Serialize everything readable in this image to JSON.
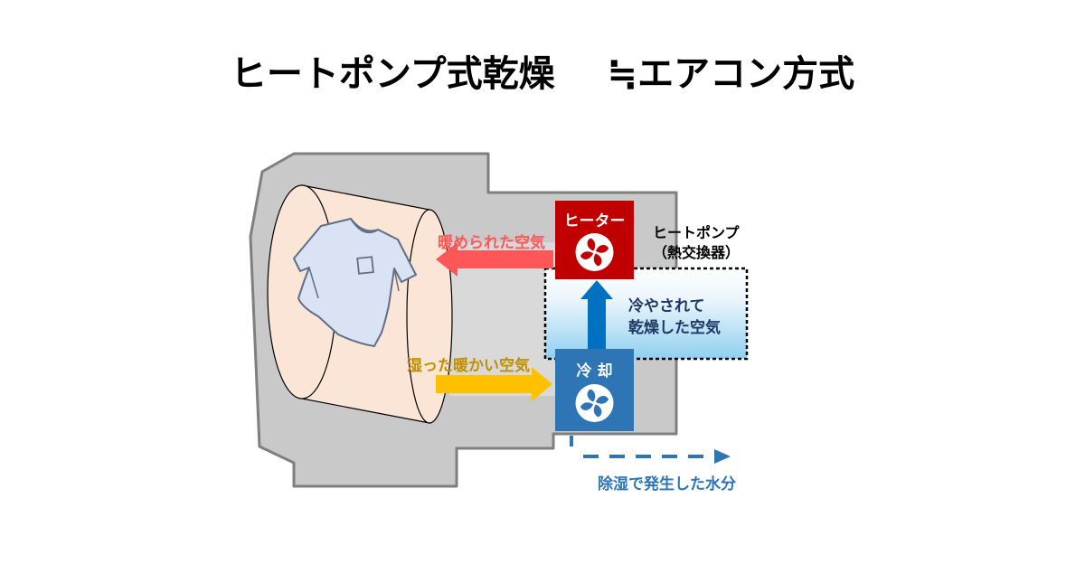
{
  "title": {
    "main": "ヒートポンプ式乾燥",
    "sub": "≒エアコン方式"
  },
  "labels": {
    "heater": "ヒーター",
    "cooler": "冷 却",
    "heatpump_line1": "ヒートポンプ",
    "heatpump_line2": "（熱交換器）",
    "warmed_air": "暖められた空気",
    "humid_warm_air": "湿った暖かい空気",
    "cooled_dry_line1": "冷やされて",
    "cooled_dry_line2": "乾燥した空気",
    "drained_water": "除湿で発生した水分"
  },
  "colors": {
    "heater": "#c00000",
    "cooler": "#2e75b6",
    "warm_arrow": "#ff5757",
    "humid_arrow": "#ffc000",
    "cool_arrow": "#0070c0",
    "water": "#2e75b6",
    "humid_text": "#bf9000",
    "cooled_text": "#1f3864",
    "housing": "#c9c9c9",
    "drum": "#fbe5d6",
    "duct": "#d9d9d9",
    "shirt": "#dae3f3"
  },
  "icons": {
    "heater_fan": "fan-icon",
    "cooler_fan": "fan-icon",
    "shirt": "shirt-icon"
  }
}
